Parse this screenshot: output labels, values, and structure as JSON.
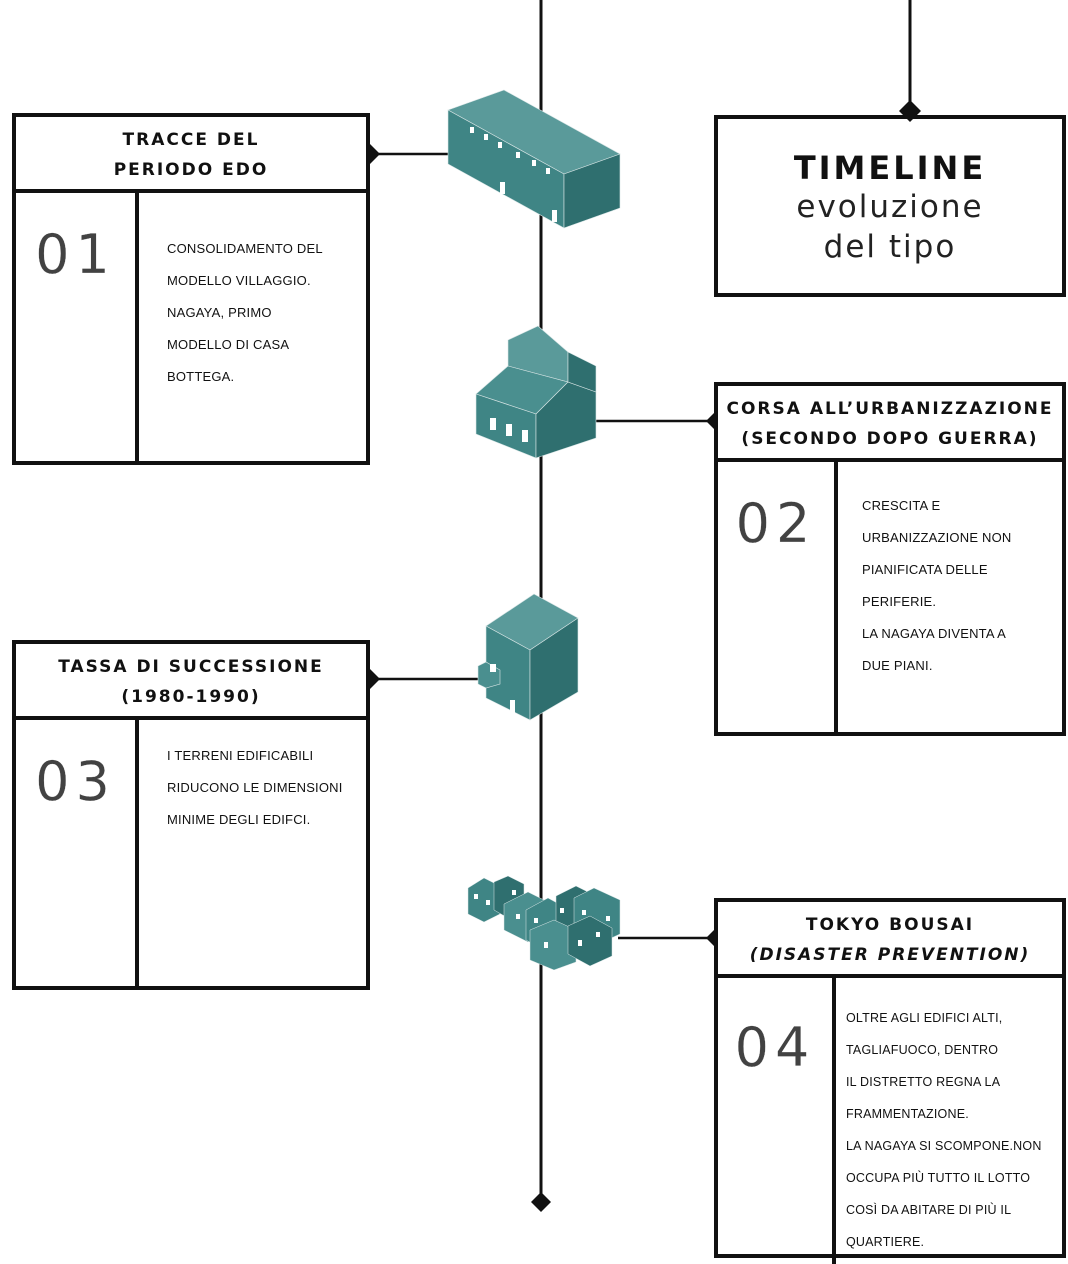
{
  "header": {
    "title": "TIMELINE",
    "subtitle_lines": [
      "evoluzione",
      "del tipo"
    ]
  },
  "colors": {
    "building_teal": "#3f8585",
    "line": "#111111"
  },
  "periods": [
    {
      "number": "01",
      "title_lines": [
        "TRACCE DEL",
        "PERIODO EDO"
      ],
      "text_lines": [
        "Consolidamento del",
        "modello villaggio.",
        "Nagaya, primo",
        "modello di casa",
        "bottega."
      ],
      "icon": "nagaya-row-house-icon"
    },
    {
      "number": "02",
      "title_lines": [
        "CORSA ALL’URBANIZZAZIONE",
        "(SECONDO DOPO GUERRA)"
      ],
      "text_lines": [
        "Crescita e",
        "urbanizzazione non",
        "pianificata delle",
        "periferie.",
        "La nagaya diventa a",
        "due piani."
      ],
      "icon": "two-storey-nagaya-icon"
    },
    {
      "number": "03",
      "title_lines": [
        "TASSA DI SUCCESSIONE",
        "(1980-1990)"
      ],
      "text_lines": [
        "i terreni edificabili",
        "riducono le dimensioni",
        "minime degli edifci."
      ],
      "icon": "narrow-house-icon"
    },
    {
      "number": "04",
      "title_lines": [
        "TOKYO BOUSAI",
        "(DISASTER PREVENTION)"
      ],
      "text_lines": [
        "oltre agli edifici alti,",
        "tagliafuoco, dentro",
        "il distretto regna la",
        "frammentazione.",
        "La nagaya si scompone.non",
        "occupa più tutto il lotto",
        "così da abitare di più il",
        "quartiere."
      ],
      "icon": "fragmented-district-icon"
    }
  ]
}
